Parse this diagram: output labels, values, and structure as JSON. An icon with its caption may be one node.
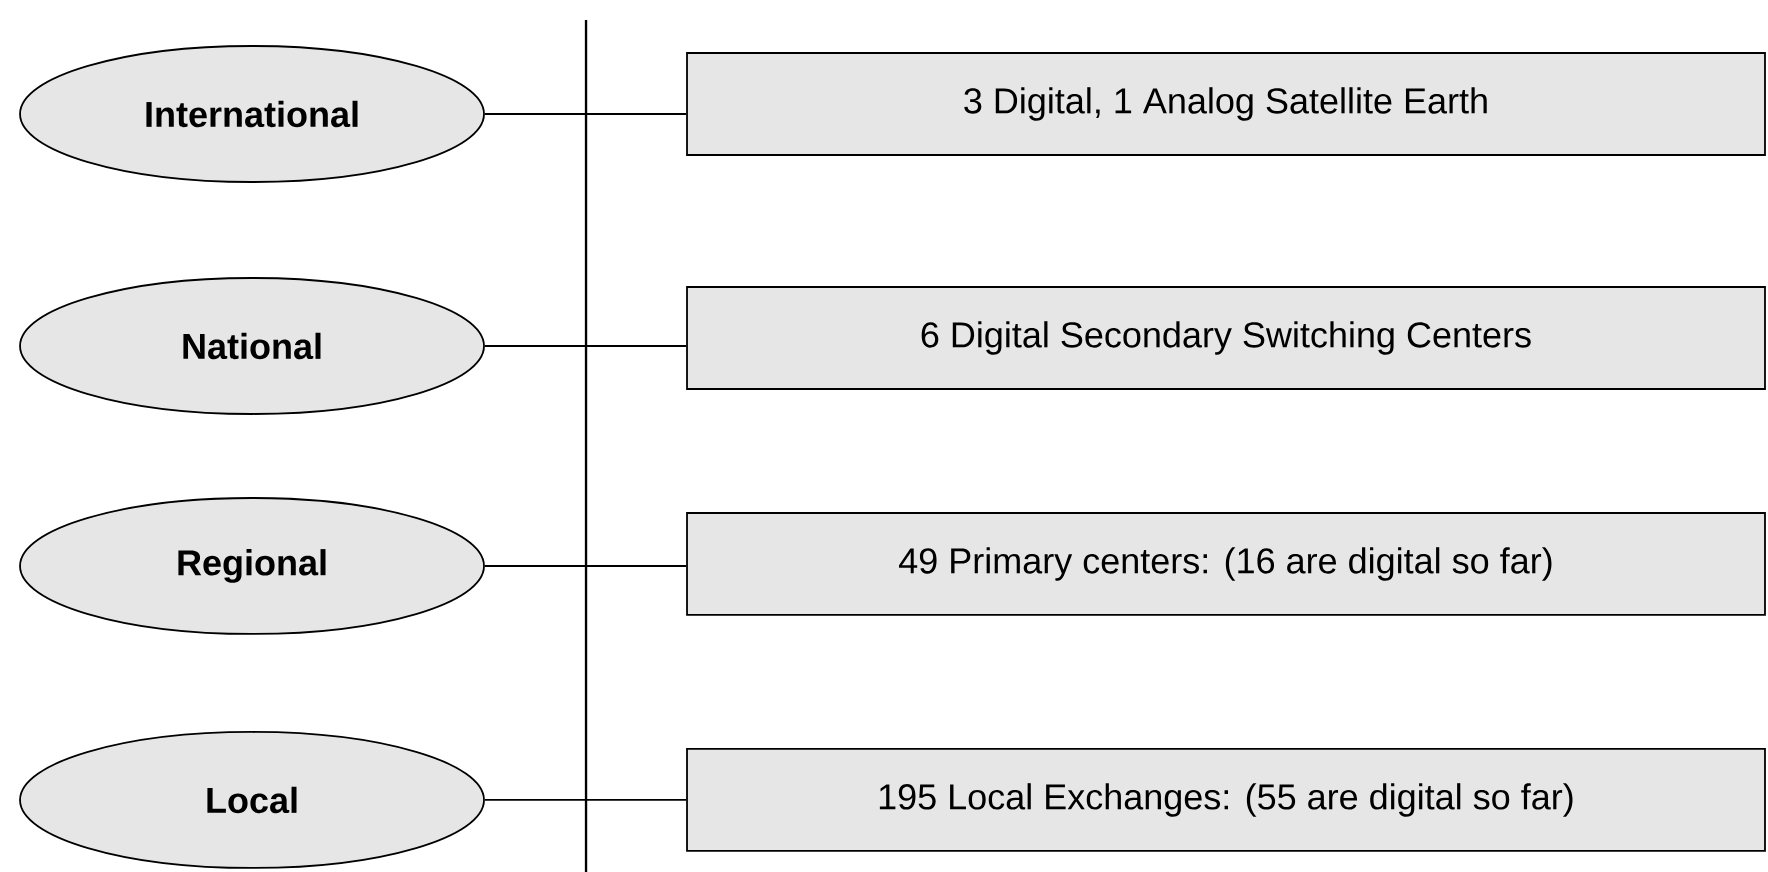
{
  "diagram": {
    "nodes": [
      {
        "text": [
          "International"
        ]
      },
      {
        "text": [
          "National"
        ]
      },
      {
        "text": [
          "Regional"
        ]
      },
      {
        "text": [
          "Local"
        ]
      },
      {
        "text": [
          "3 Digital, 1 Analog Satellite Earth"
        ]
      },
      {
        "text": [
          "6 Digital Secondary Switching Centers"
        ]
      },
      {
        "text": [
          "49 Primary centers: (16 are digital so far)"
        ]
      },
      {
        "text": [
          "195 Local Exchanges: (55 are digital so far)"
        ]
      }
    ],
    "edges": [
      {
        "from": 0,
        "to": 4,
        "arrow": "none"
      },
      {
        "from": 1,
        "to": 5,
        "arrow": "none"
      },
      {
        "from": 2,
        "to": 6,
        "arrow": "none"
      },
      {
        "from": 3,
        "to": 7,
        "arrow": "none"
      }
    ]
  }
}
